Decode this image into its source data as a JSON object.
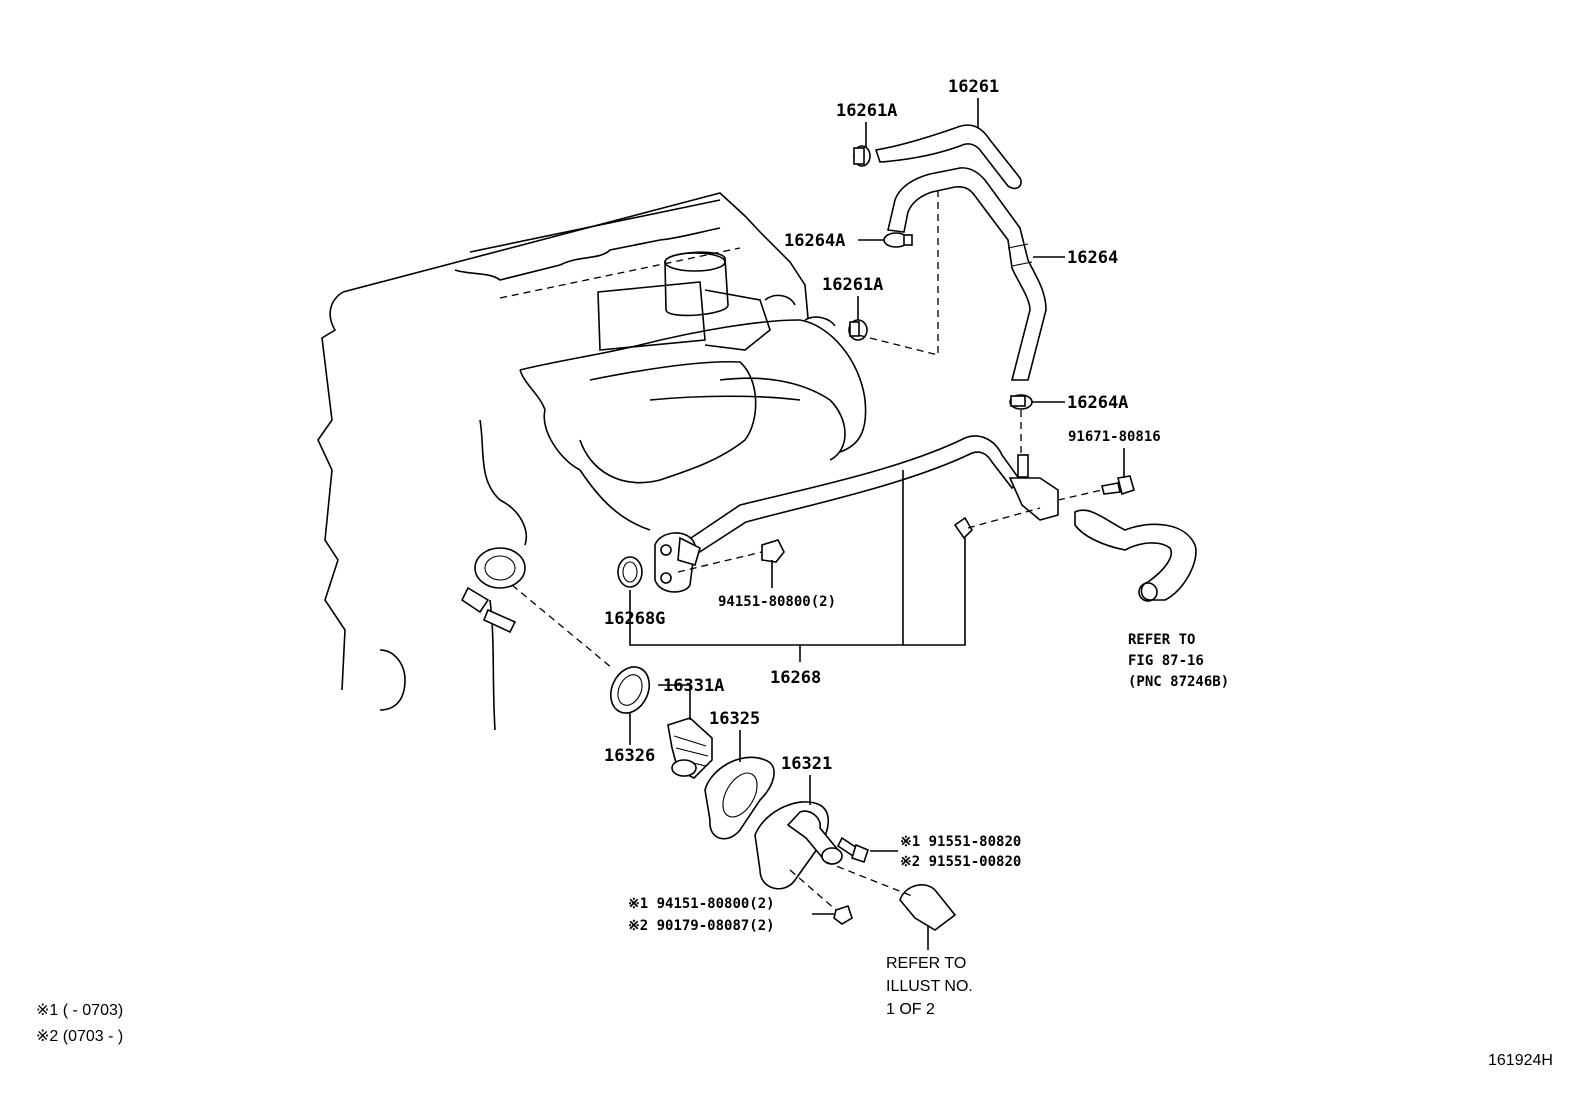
{
  "labels": {
    "p16261": "16261",
    "p16261A_top": "16261A",
    "p16264A_top": "16264A",
    "p16264": "16264",
    "p16261A_mid": "16261A",
    "p16264A_mid": "16264A",
    "p91671": "91671-80816",
    "p94151_top": "94151-80800(2)",
    "p16268G": "16268G",
    "p16268": "16268",
    "p16331A": "16331A",
    "p16325": "16325",
    "p16326": "16326",
    "p16321": "16321",
    "bolt_1": "※1  91551-80820",
    "bolt_2": "※2  91551-00820",
    "nut_1": "※1  94151-80800(2)",
    "nut_2": "※2  90179-08087(2)"
  },
  "refer_fig": {
    "line1": "REFER TO",
    "line2": "FIG 87-16",
    "line3": "(PNC 87246B)"
  },
  "refer_illust": {
    "line1": "REFER TO",
    "line2": "ILLUST NO.",
    "line3": "1 OF 2"
  },
  "legend": {
    "note1": "※1 (       - 0703)",
    "note2": "※2 (0703 -         )"
  },
  "figure_id": "161924H"
}
